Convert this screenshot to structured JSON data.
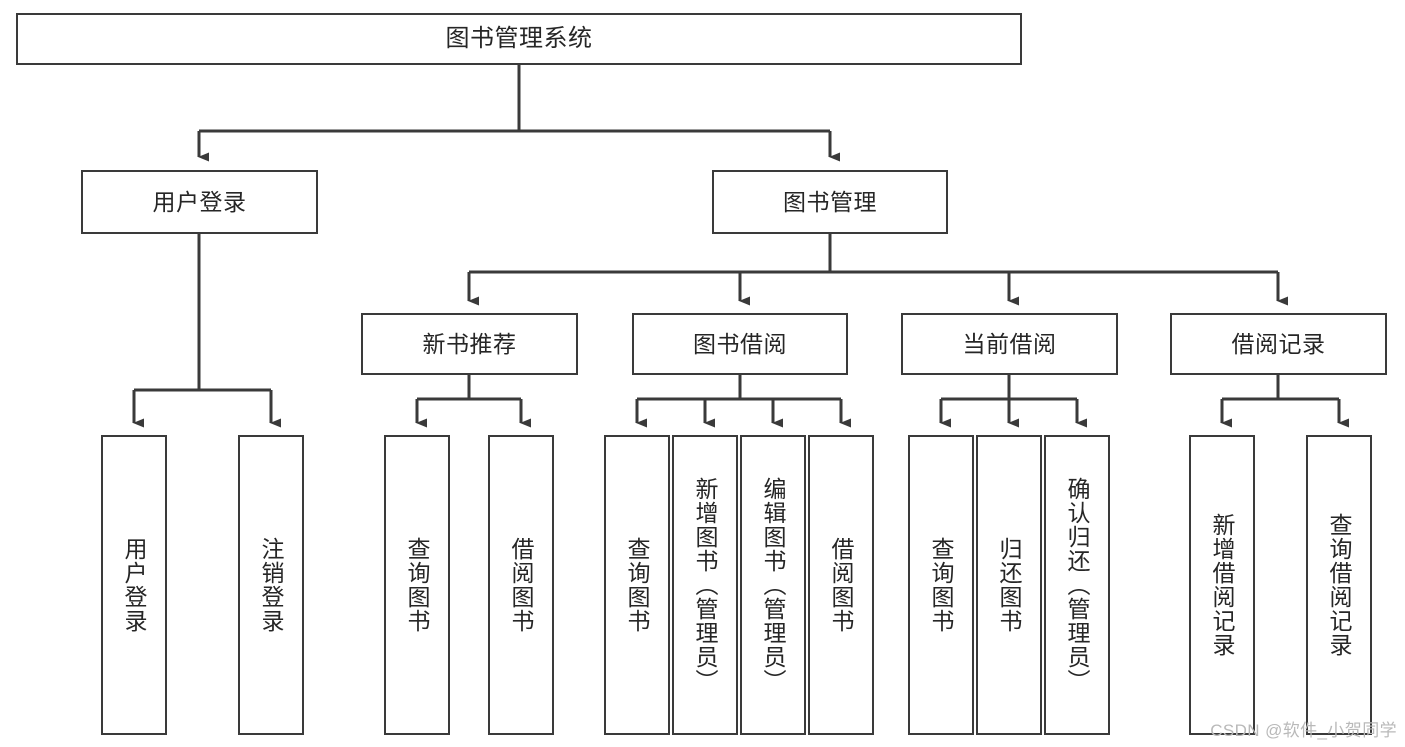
{
  "diagram": {
    "title": "图书管理系统",
    "type": "tree-hierarchy-chart",
    "orientation": "top-down",
    "colors": {
      "background": "#ffffff",
      "box_border": "#3a3a3a",
      "box_fill": "#ffffff",
      "text": "#262626",
      "edge": "#3a3a3a",
      "watermark": "#b9b9b9"
    },
    "root": {
      "label": "图书管理系统"
    },
    "level2": [
      {
        "label": "用户登录"
      },
      {
        "label": "图书管理"
      }
    ],
    "level3": [
      {
        "label": "新书推荐"
      },
      {
        "label": "图书借阅"
      },
      {
        "label": "当前借阅"
      },
      {
        "label": "借阅记录"
      }
    ],
    "leaves": {
      "user_login": [
        {
          "label": "用户登录"
        },
        {
          "label": "注销登录"
        }
      ],
      "new_book_recommend": [
        {
          "label": "查询图书"
        },
        {
          "label": "借阅图书"
        }
      ],
      "book_borrow": [
        {
          "label": "查询图书"
        },
        {
          "label": "新增图书（管理员）"
        },
        {
          "label": "编辑图书（管理员）"
        },
        {
          "label": "借阅图书"
        }
      ],
      "current_borrow": [
        {
          "label": "查询图书"
        },
        {
          "label": "归还图书"
        },
        {
          "label": "确认归还（管理员）"
        }
      ],
      "borrow_records": [
        {
          "label": "新增借阅记录"
        },
        {
          "label": "查询借阅记录"
        }
      ]
    }
  },
  "watermark": {
    "text": "CSDN @软件_小贺同学"
  }
}
